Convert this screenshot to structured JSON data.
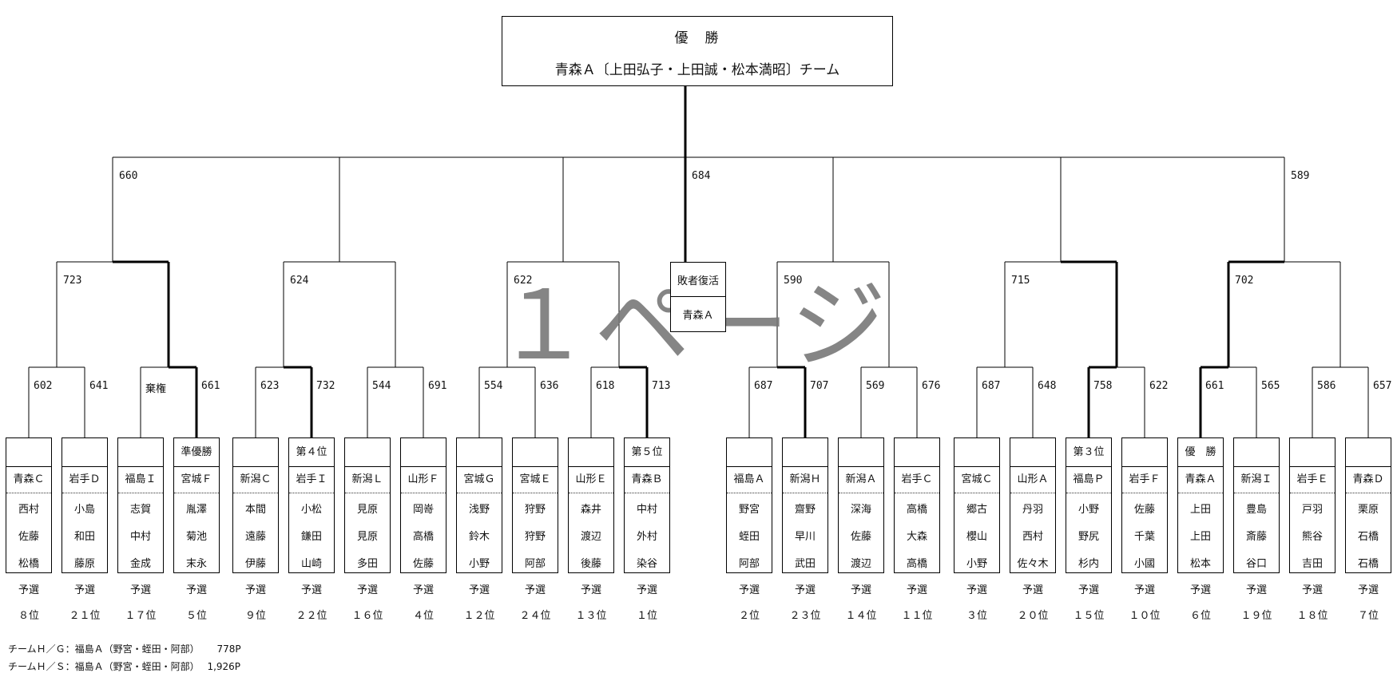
{
  "champion": {
    "title": "優　勝",
    "team_line": "青森Ａ〔上田弘子・上田誠・松本満昭〕チーム"
  },
  "revival": {
    "label": "敗者復活",
    "team": "青森Ａ"
  },
  "watermark": "１ページ",
  "scores": {
    "top": [
      "660",
      "684",
      "589"
    ],
    "mid": [
      "723",
      "624",
      "622",
      "590",
      "715",
      "702"
    ],
    "low": [
      "602",
      "641",
      "棄権",
      "661",
      "623",
      "732",
      "544",
      "691",
      "554",
      "636",
      "618",
      "713",
      "687",
      "707",
      "569",
      "676",
      "687",
      "648",
      "758",
      "622",
      "661",
      "565",
      "586",
      "657"
    ]
  },
  "teams": [
    {
      "rank": "",
      "name": "青森Ｃ",
      "members": [
        "西村",
        "佐藤",
        "松橋"
      ],
      "prelim": "予選",
      "place": "８位"
    },
    {
      "rank": "",
      "name": "岩手Ｄ",
      "members": [
        "小島",
        "和田",
        "藤原"
      ],
      "prelim": "予選",
      "place": "２１位"
    },
    {
      "rank": "",
      "name": "福島Ｉ",
      "members": [
        "志賀",
        "中村",
        "金成"
      ],
      "prelim": "予選",
      "place": "１７位"
    },
    {
      "rank": "準優勝",
      "name": "宮城Ｆ",
      "members": [
        "胤澤",
        "菊池",
        "末永"
      ],
      "prelim": "予選",
      "place": "５位"
    },
    {
      "rank": "",
      "name": "新潟Ｃ",
      "members": [
        "本間",
        "遠藤",
        "伊藤"
      ],
      "prelim": "予選",
      "place": "９位"
    },
    {
      "rank": "第４位",
      "name": "岩手Ｉ",
      "members": [
        "小松",
        "鎌田",
        "山崎"
      ],
      "prelim": "予選",
      "place": "２２位"
    },
    {
      "rank": "",
      "name": "新潟Ｌ",
      "members": [
        "見原",
        "見原",
        "多田"
      ],
      "prelim": "予選",
      "place": "１６位"
    },
    {
      "rank": "",
      "name": "山形Ｆ",
      "members": [
        "岡嵜",
        "高橋",
        "佐藤"
      ],
      "prelim": "予選",
      "place": "４位"
    },
    {
      "rank": "",
      "name": "宮城Ｇ",
      "members": [
        "浅野",
        "鈴木",
        "小野"
      ],
      "prelim": "予選",
      "place": "１２位"
    },
    {
      "rank": "",
      "name": "宮城Ｅ",
      "members": [
        "狩野",
        "狩野",
        "阿部"
      ],
      "prelim": "予選",
      "place": "２４位"
    },
    {
      "rank": "",
      "name": "山形Ｅ",
      "members": [
        "森井",
        "渡辺",
        "後藤"
      ],
      "prelim": "予選",
      "place": "１３位"
    },
    {
      "rank": "第５位",
      "name": "青森Ｂ",
      "members": [
        "中村",
        "外村",
        "染谷"
      ],
      "prelim": "予選",
      "place": "１位"
    },
    {
      "rank": "",
      "name": "福島Ａ",
      "members": [
        "野宮",
        "蛭田",
        "阿部"
      ],
      "prelim": "予選",
      "place": "２位"
    },
    {
      "rank": "",
      "name": "新潟Ｈ",
      "members": [
        "齋野",
        "早川",
        "武田"
      ],
      "prelim": "予選",
      "place": "２３位"
    },
    {
      "rank": "",
      "name": "新潟Ａ",
      "members": [
        "深海",
        "佐藤",
        "渡辺"
      ],
      "prelim": "予選",
      "place": "１４位"
    },
    {
      "rank": "",
      "name": "岩手Ｃ",
      "members": [
        "高橋",
        "大森",
        "高橋"
      ],
      "prelim": "予選",
      "place": "１１位"
    },
    {
      "rank": "",
      "name": "宮城Ｃ",
      "members": [
        "郷古",
        "櫻山",
        "小野"
      ],
      "prelim": "予選",
      "place": "３位"
    },
    {
      "rank": "",
      "name": "山形Ａ",
      "members": [
        "丹羽",
        "西村",
        "佐々木"
      ],
      "prelim": "予選",
      "place": "２０位"
    },
    {
      "rank": "第３位",
      "name": "福島Ｐ",
      "members": [
        "小野",
        "野尻",
        "杉内"
      ],
      "prelim": "予選",
      "place": "１５位"
    },
    {
      "rank": "",
      "name": "岩手Ｆ",
      "members": [
        "佐藤",
        "千葉",
        "小國"
      ],
      "prelim": "予選",
      "place": "１０位"
    },
    {
      "rank": "優　勝",
      "name": "青森Ａ",
      "members": [
        "上田",
        "上田",
        "松本"
      ],
      "prelim": "予選",
      "place": "６位"
    },
    {
      "rank": "",
      "name": "新潟Ｉ",
      "members": [
        "豊島",
        "斎藤",
        "谷口"
      ],
      "prelim": "予選",
      "place": "１９位"
    },
    {
      "rank": "",
      "name": "岩手Ｅ",
      "members": [
        "戸羽",
        "熊谷",
        "吉田"
      ],
      "prelim": "予選",
      "place": "１８位"
    },
    {
      "rank": "",
      "name": "青森Ｄ",
      "members": [
        "栗原",
        "石橋",
        "石橋"
      ],
      "prelim": "予選",
      "place": "７位"
    }
  ],
  "notes": [
    "チームＨ／Ｇ：福島Ａ（野宮・蛭田・阿部）　　 778P",
    "チームＨ／Ｓ：福島Ａ（野宮・蛭田・阿部）　 1,926P"
  ]
}
